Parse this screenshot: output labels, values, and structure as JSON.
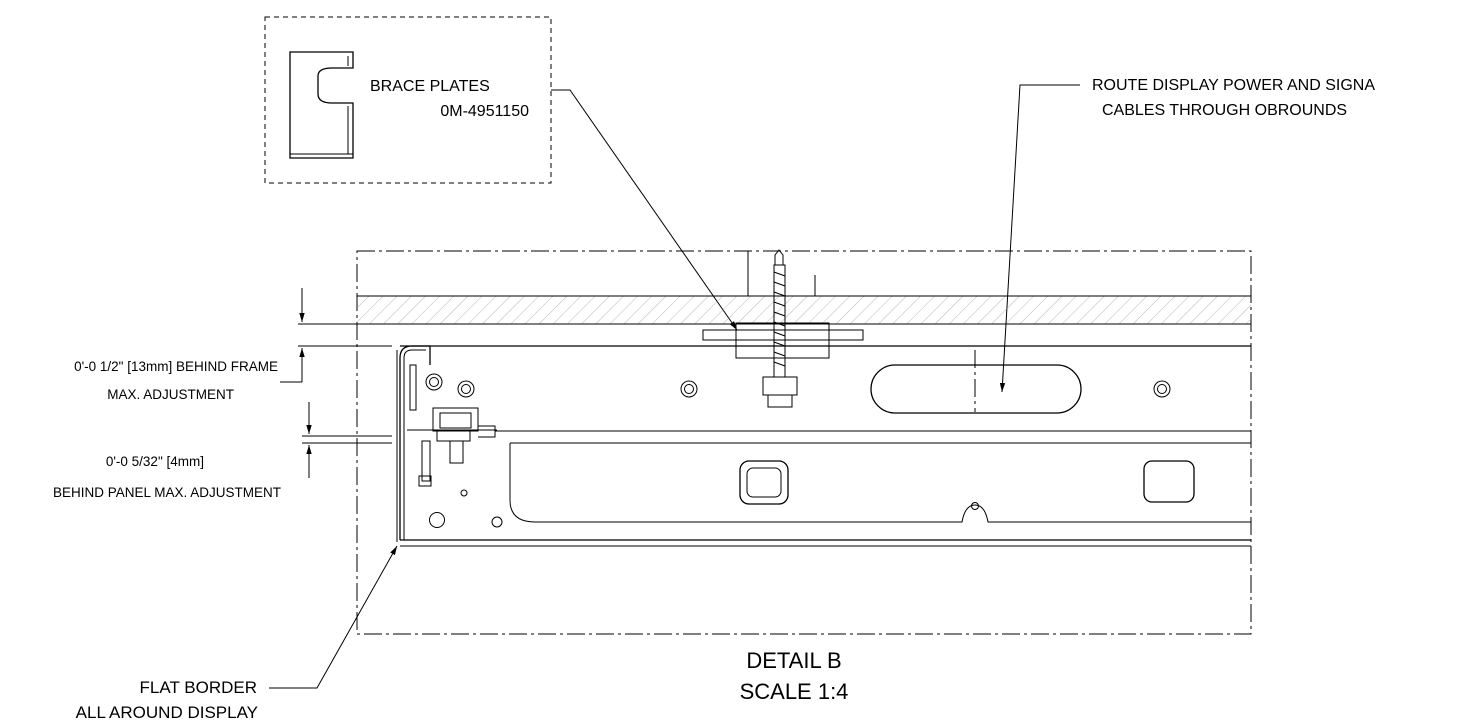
{
  "detail": {
    "title": "DETAIL B",
    "scale": "SCALE 1:4"
  },
  "callouts": {
    "brace_plates": {
      "line1": "BRACE PLATES",
      "line2": "0M-4951150"
    },
    "route_cables": {
      "line1": "ROUTE DISPLAY POWER AND SIGNA",
      "line2": "CABLES THROUGH OBROUNDS"
    },
    "flat_border": {
      "line1": "FLAT BORDER",
      "line2": "ALL AROUND DISPLAY"
    }
  },
  "dimensions": {
    "frame_adjustment": {
      "line1": "0'-0 1/2\" [13mm] BEHIND FRAME",
      "line2": "MAX. ADJUSTMENT"
    },
    "panel_adjustment": {
      "line1": "0'-0 5/32\" [4mm]",
      "line2": "BEHIND PANEL MAX. ADJUSTMENT"
    }
  }
}
